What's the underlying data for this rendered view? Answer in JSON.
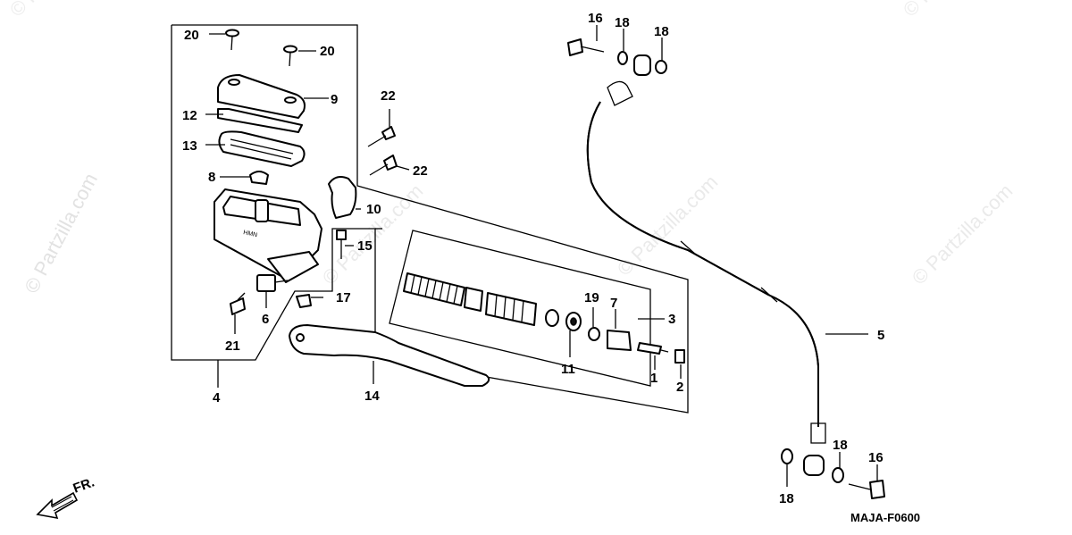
{
  "watermark": "© Partzilla.com",
  "diagram_code": "MAJA-F0600",
  "direction_label": "FR.",
  "callouts": {
    "c1": "1",
    "c2": "2",
    "c3": "3",
    "c4": "4",
    "c5": "5",
    "c6": "6",
    "c7": "7",
    "c8": "8",
    "c9": "9",
    "c10": "10",
    "c11": "11",
    "c12": "12",
    "c13": "13",
    "c14": "14",
    "c15": "15",
    "c16a": "16",
    "c16b": "16",
    "c17": "17",
    "c18a": "18",
    "c18b": "18",
    "c18c": "18",
    "c18d": "18",
    "c19": "19",
    "c20a": "20",
    "c20b": "20",
    "c21": "21",
    "c22a": "22",
    "c22b": "22"
  }
}
